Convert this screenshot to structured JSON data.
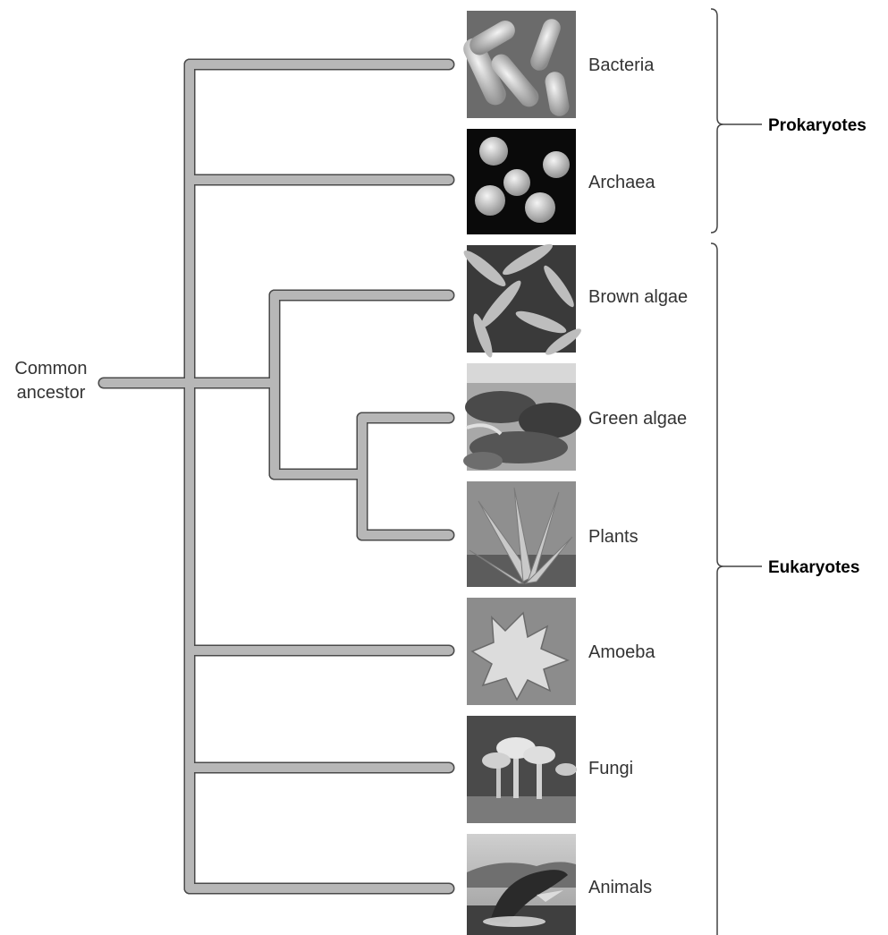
{
  "root": {
    "label_line1": "Common",
    "label_line2": "ancestor"
  },
  "taxa": [
    {
      "name": "Bacteria",
      "icon": "bacteria-micrograph"
    },
    {
      "name": "Archaea",
      "icon": "archaea-micrograph"
    },
    {
      "name": "Brown algae",
      "icon": "brown-algae-photo"
    },
    {
      "name": "Green algae",
      "icon": "green-algae-photo"
    },
    {
      "name": "Plants",
      "icon": "plant-photo"
    },
    {
      "name": "Amoeba",
      "icon": "amoeba-micrograph"
    },
    {
      "name": "Fungi",
      "icon": "fungi-photo"
    },
    {
      "name": "Animals",
      "icon": "whale-photo"
    }
  ],
  "groups": [
    {
      "name": "Prokaryotes"
    },
    {
      "name": "Eukaryotes"
    }
  ],
  "colors": {
    "branch_fill": "#b7b7b7",
    "branch_stroke": "#4a4a4a",
    "bracket": "#444444"
  }
}
